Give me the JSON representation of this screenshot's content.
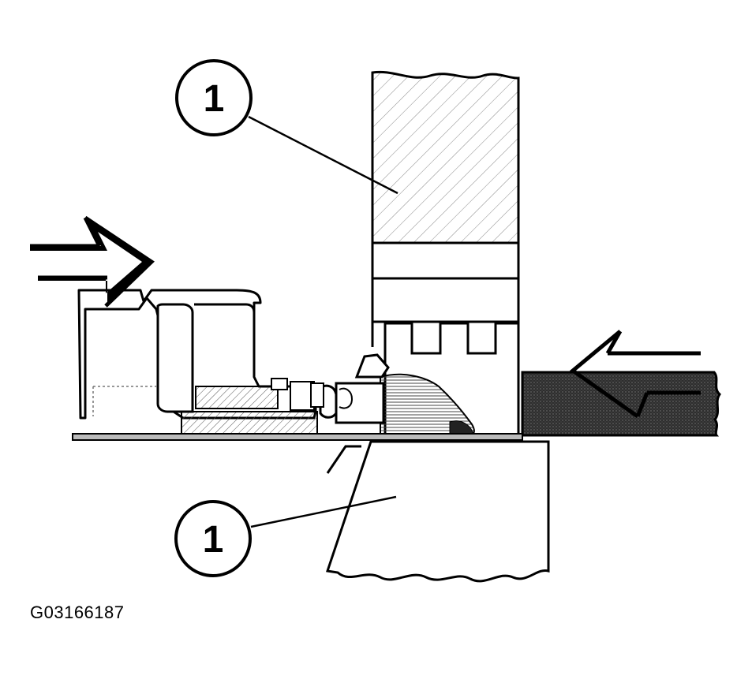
{
  "callouts": [
    {
      "id": "callout-top",
      "label": "1"
    },
    {
      "id": "callout-bottom",
      "label": "1"
    }
  ],
  "figure_id": "G03166187",
  "colors": {
    "line": "#000000",
    "background": "#ffffff",
    "dark_fill": "#3a3a3a"
  }
}
